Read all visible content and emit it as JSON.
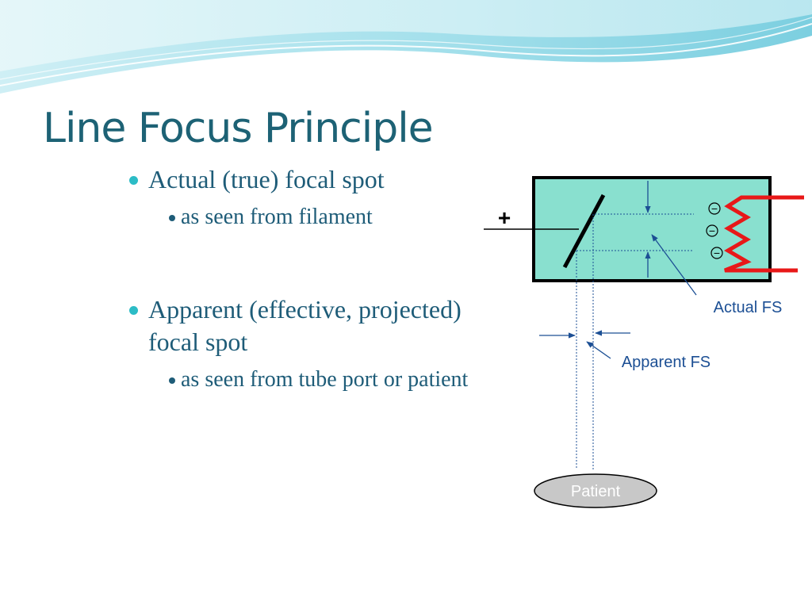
{
  "slide": {
    "title": "Line Focus Principle",
    "bullets": [
      {
        "text": "Actual (true) focal spot",
        "sub": [
          "as seen from filament"
        ]
      },
      {
        "text": "Apparent (effective, projected) focal spot",
        "sub": [
          "as seen from tube port or patient"
        ]
      }
    ]
  },
  "diagram": {
    "anode_symbol": "+",
    "cathode_symbol": "−",
    "actual_fs_label": "Actual FS",
    "apparent_fs_label": "Apparent FS",
    "patient_label": "Patient"
  },
  "colors": {
    "title": "#1d6275",
    "body_text": "#1e5c78",
    "level1_bullet": "#2cbcc6",
    "tube_fill": "#89e0cf",
    "filament": "#e81818",
    "annotation": "#1c4f94",
    "patient_fill": "#c8c8c8"
  }
}
